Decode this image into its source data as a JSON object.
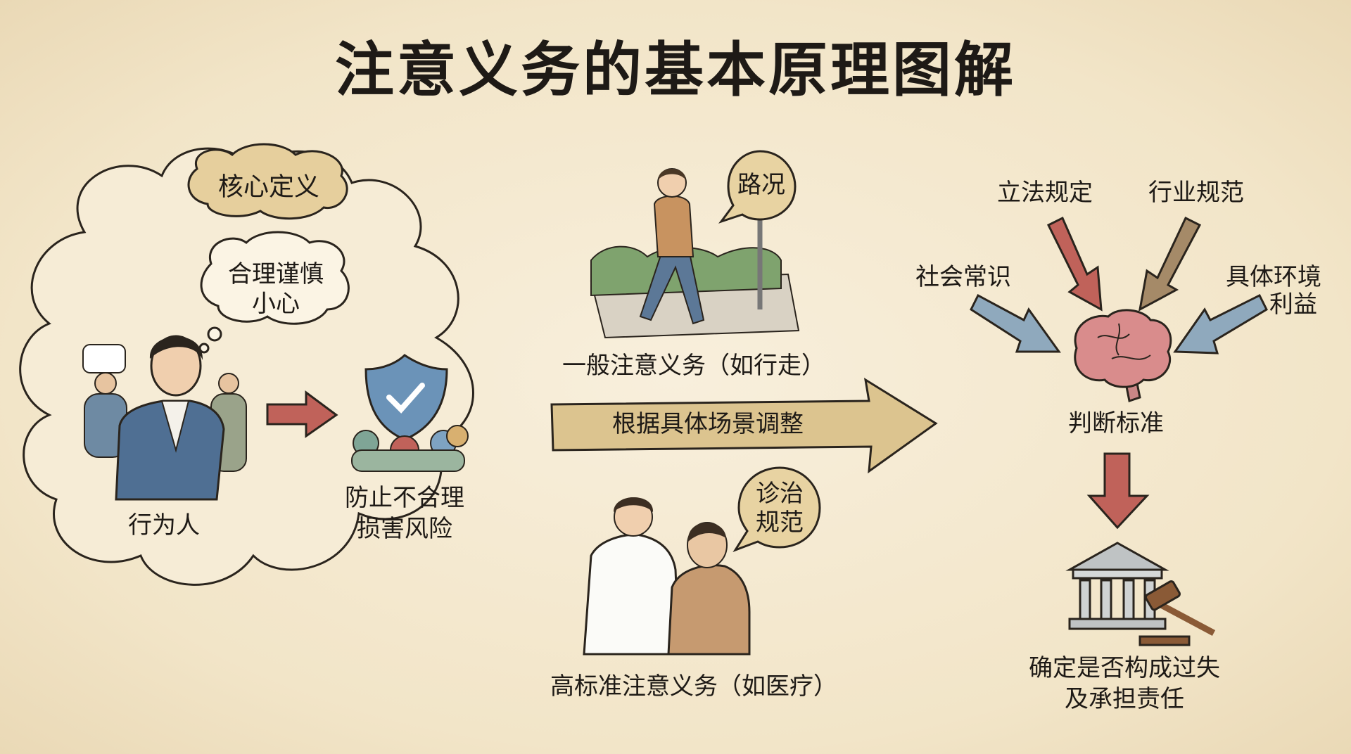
{
  "title": "注意义务的基本原理图解",
  "core": {
    "heading": "核心定义",
    "thought": [
      "合理谨慎",
      "小心"
    ],
    "actor_label": "行为人",
    "goal_label": [
      "防止不合理",
      "损害风险"
    ]
  },
  "scenarios": {
    "general": {
      "bubble": "路况",
      "label": "一般注意义务（如行走）"
    },
    "arrow_label": "根据具体场景调整",
    "high": {
      "bubble": [
        "诊治",
        "规范"
      ],
      "label": "高标准注意义务（如医疗）"
    }
  },
  "standard": {
    "inputs": {
      "legislation": "立法规定",
      "industry": "行业规范",
      "common_sense": "社会常识",
      "context": [
        "具体环境",
        "利益"
      ]
    },
    "center_label": "判断标准",
    "result": [
      "确定是否构成过失",
      "及承担责任"
    ]
  },
  "colors": {
    "red_arrow": "#c0625a",
    "blue_arrow": "#8fa9bd",
    "brown_arrow": "#a58a68",
    "big_arrow": "#dcc48f",
    "shield": "#6b93b8"
  }
}
